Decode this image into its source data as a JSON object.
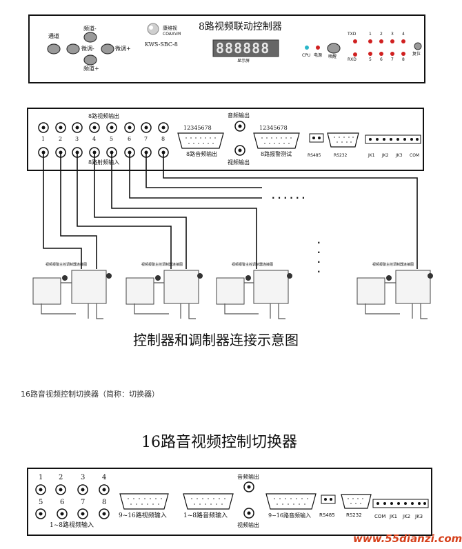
{
  "front_panel": {
    "channel_label": "通道",
    "up_label": "频道-",
    "down_label": "频道+",
    "fine_minus_label": "微调-",
    "fine_plus_label": "微调+",
    "brand_cn": "康维视",
    "brand_en": "COAXVM",
    "model": "KWS-SBC-8",
    "title": "8路视频联动控制器",
    "segment_text": "888888",
    "display_label": "显示屏",
    "cpu_label": "CPU",
    "power_label": "电源",
    "wake_label": "唤醒",
    "txd_label": "TXD",
    "rxd_label": "RXD",
    "top_numbers": [
      "1",
      "2",
      "3",
      "4"
    ],
    "bottom_numbers": [
      "5",
      "6",
      "7",
      "8"
    ],
    "reset_label": "复位"
  },
  "back_panel_8": {
    "video_out_label": "8路视频输出",
    "rf_in_label": "8路射频输入",
    "bnc_numbers": [
      "1",
      "2",
      "3",
      "4",
      "5",
      "6",
      "7",
      "8"
    ],
    "audio_out_label": "音频输出",
    "video_out_single_label": "视频输出",
    "db25_a_numbers": "12345678",
    "db25_a_label": "8路音频输出",
    "db25_b_numbers": "12345678",
    "db25_b_label": "8路报警测试",
    "rs485_label": "RS485",
    "rs232_label": "RS232",
    "jk_labels": [
      "JK1",
      "JK2",
      "JK3",
      "COM"
    ],
    "ellipsis_h": "· · · · · ·"
  },
  "modulators": {
    "titles": [
      "视频报警主控调制器连接图",
      "视频报警主控调制器连接图",
      "视频报警主控调制器连接图",
      "视频报警主控调制器连接图"
    ]
  },
  "diagram_caption": "控制器和调制器连接示意图",
  "section_text": "16路音视频控制切换器（简称：切换器）",
  "switcher": {
    "title": "16路音视频控制切换器",
    "top_numbers": [
      "1",
      "2",
      "3",
      "4"
    ],
    "bottom_numbers": [
      "5",
      "6",
      "7",
      "8"
    ],
    "video_in_label": "1~8路视频输入",
    "db_a_label": "9~16路视频输入",
    "db_b_label": "1~8路音频输入",
    "audio_out_label": "音频输出",
    "video_out_label": "视频输出",
    "db_c_label": "9~16路音频输入",
    "rs485_label": "RS485",
    "rs232_label": "RS232",
    "jk_labels": [
      "COM",
      "JK1",
      "JK2",
      "JK3"
    ]
  },
  "watermark": "www.55dianzi.com"
}
